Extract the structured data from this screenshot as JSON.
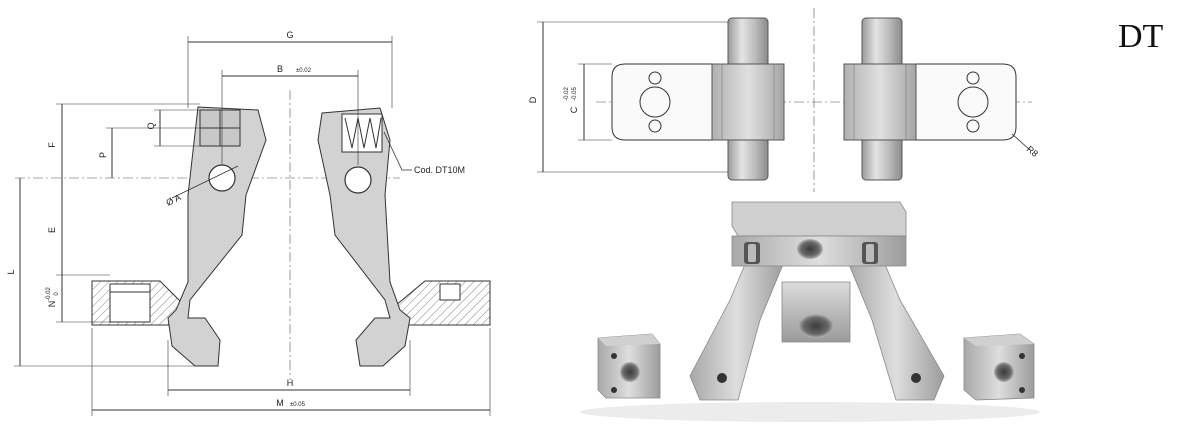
{
  "title": "DT",
  "side_view": {
    "labels": {
      "G": "G",
      "B": "B",
      "B_tol": "±0.02",
      "F": "F",
      "Q": "Q",
      "P": "P",
      "A": "Ø A",
      "E": "E",
      "L": "L",
      "N": "N",
      "N_tol_top": "-0.02",
      "N_tol_bot": "0",
      "H": "H",
      "M": "M",
      "M_tol": "±0.05",
      "code": "Cod. DT10M"
    }
  },
  "top_view": {
    "labels": {
      "D": "D",
      "C": "C",
      "C_tol_top": "-0.02",
      "C_tol_bot": "-0.05",
      "R": "R8"
    }
  },
  "colors": {
    "part_fill": "#d6d6d6",
    "line": "#333333",
    "metal_light": "#e8e8e8",
    "metal_dark": "#8e8e8e"
  }
}
